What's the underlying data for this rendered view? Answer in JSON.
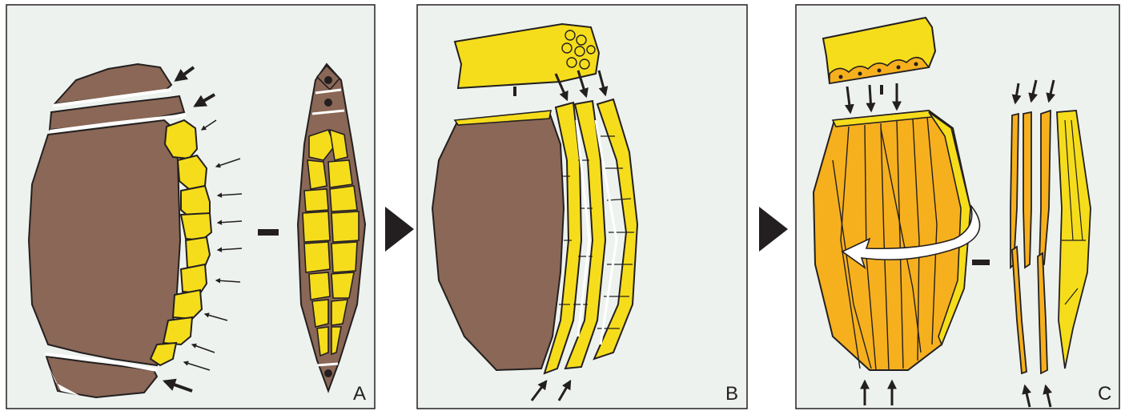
{
  "panels": [
    {
      "id": "A",
      "label": "A"
    },
    {
      "id": "B",
      "label": "B"
    },
    {
      "id": "C",
      "label": "C"
    }
  ],
  "colors": {
    "panel_background": "#edf2ee",
    "kernel_brown": "#8a6756",
    "cell_yellow": "#f5dd1c",
    "tissue_orange": "#f6b01e",
    "outline": "#231f20",
    "separator_white": "#ffffff"
  },
  "icons": [
    "arrow-icon",
    "right-triangle-icon",
    "curved-arrow-icon",
    "dash-icon"
  ]
}
